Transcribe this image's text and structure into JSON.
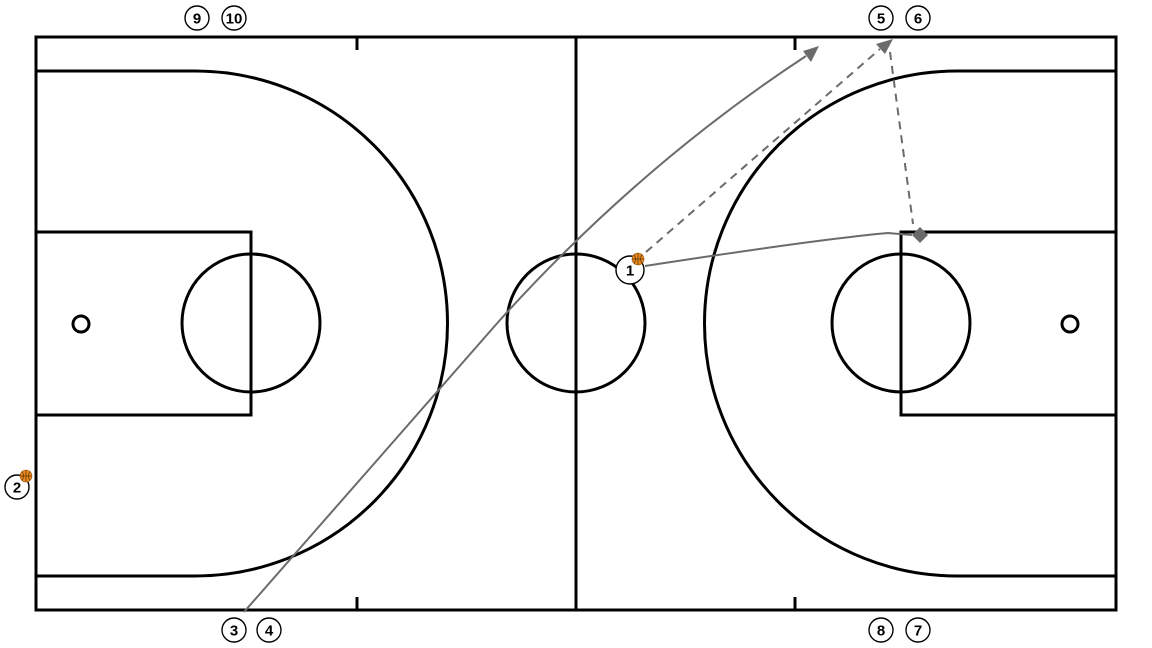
{
  "diagram": {
    "players": [
      {
        "id": "p1",
        "number": "1"
      },
      {
        "id": "p2",
        "number": "2"
      },
      {
        "id": "p3",
        "number": "3"
      },
      {
        "id": "p4",
        "number": "4"
      },
      {
        "id": "p5",
        "number": "5"
      },
      {
        "id": "p6",
        "number": "6"
      },
      {
        "id": "p7",
        "number": "7"
      },
      {
        "id": "p8",
        "number": "8"
      },
      {
        "id": "p9",
        "number": "9"
      },
      {
        "id": "p10",
        "number": "10"
      }
    ],
    "balls": [
      "p1",
      "p2"
    ],
    "colors": {
      "court_line": "#000000",
      "movement_line": "#6b6b6b",
      "ball": "#e8891e",
      "background": "#ffffff"
    },
    "line_styles": {
      "dribble_or_cut": "solid",
      "pass": "dashed"
    }
  }
}
